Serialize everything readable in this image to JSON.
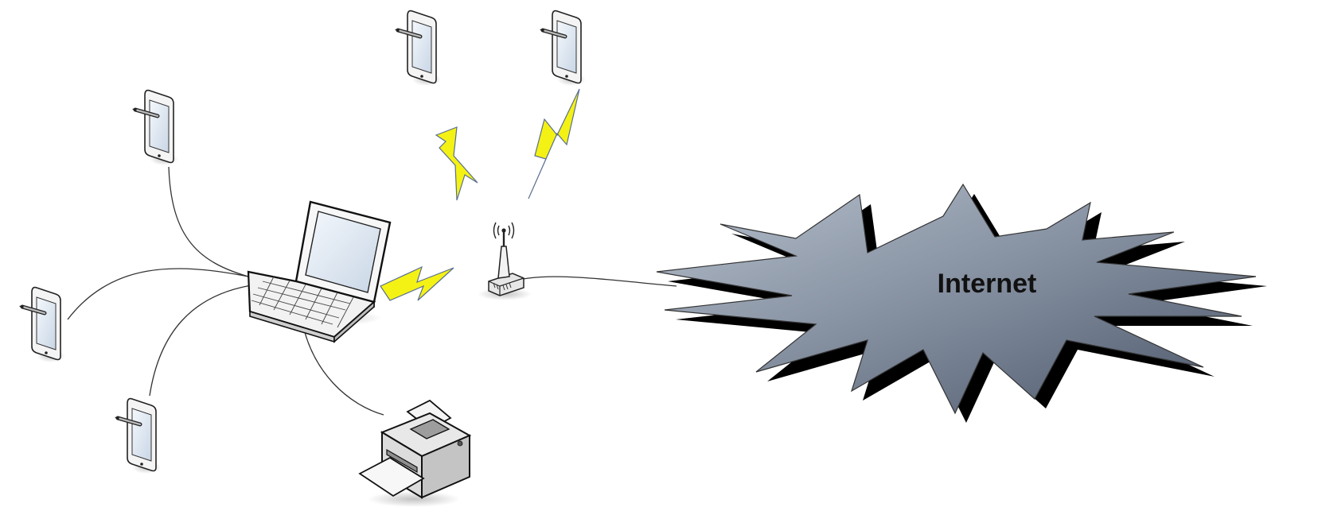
{
  "diagram": {
    "cloud_label": "Internet",
    "nodes": [
      {
        "id": "laptop",
        "kind": "laptop"
      },
      {
        "id": "router",
        "kind": "wireless-router"
      },
      {
        "id": "printer",
        "kind": "printer"
      },
      {
        "id": "internet",
        "kind": "internet-burst"
      },
      {
        "id": "tablet-top-left",
        "kind": "tablet"
      },
      {
        "id": "tablet-top-middle",
        "kind": "tablet"
      },
      {
        "id": "tablet-top-right",
        "kind": "tablet"
      },
      {
        "id": "tablet-left",
        "kind": "tablet"
      },
      {
        "id": "tablet-bottom-left",
        "kind": "tablet"
      }
    ],
    "links": [
      {
        "from": "laptop",
        "to": "tablet-top-left",
        "type": "wired"
      },
      {
        "from": "laptop",
        "to": "tablet-left",
        "type": "wired"
      },
      {
        "from": "laptop",
        "to": "tablet-bottom-left",
        "type": "wired"
      },
      {
        "from": "laptop",
        "to": "printer",
        "type": "wired"
      },
      {
        "from": "laptop",
        "to": "router",
        "type": "wireless"
      },
      {
        "from": "router",
        "to": "tablet-top-middle",
        "type": "wireless"
      },
      {
        "from": "router",
        "to": "tablet-top-right",
        "type": "wireless"
      },
      {
        "from": "router",
        "to": "internet",
        "type": "wired"
      }
    ],
    "colors": {
      "lightning": "#f4f214",
      "lightning_edge": "#5a6f8f",
      "burst_fill_light": "#a9b4c2",
      "burst_fill_dark": "#4f5c6e",
      "burst_shadow": "#000000",
      "device_outline": "#222222",
      "screen": "#dfe8f3"
    }
  }
}
